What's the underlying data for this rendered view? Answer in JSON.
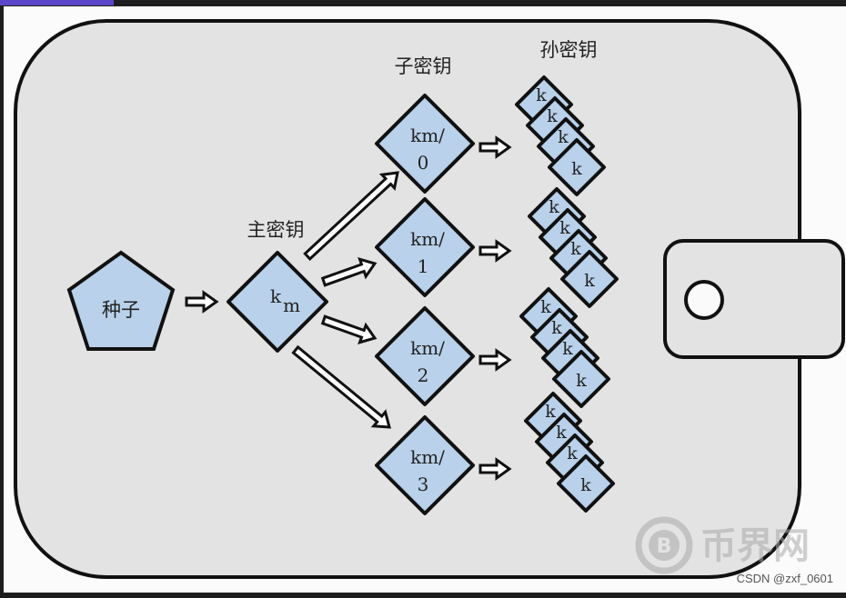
{
  "diagram": {
    "seed_label": "种子",
    "master_label": "主密钥",
    "master_key": {
      "main": "k",
      "sub": "m"
    },
    "child_header": "子密钥",
    "grandchild_header": "孙密钥",
    "children": [
      {
        "line1": "km/",
        "line2": "0"
      },
      {
        "line1": "km/",
        "line2": "1"
      },
      {
        "line1": "km/",
        "line2": "2"
      },
      {
        "line1": "km/",
        "line2": "3"
      }
    ],
    "grandchild_key": "k",
    "colors": {
      "node_fill": "#b9d1ea",
      "wallet_fill": "#e3e3e3",
      "stroke": "#111111"
    }
  },
  "watermark": "币界网",
  "credit": "CSDN @zxf_0601"
}
